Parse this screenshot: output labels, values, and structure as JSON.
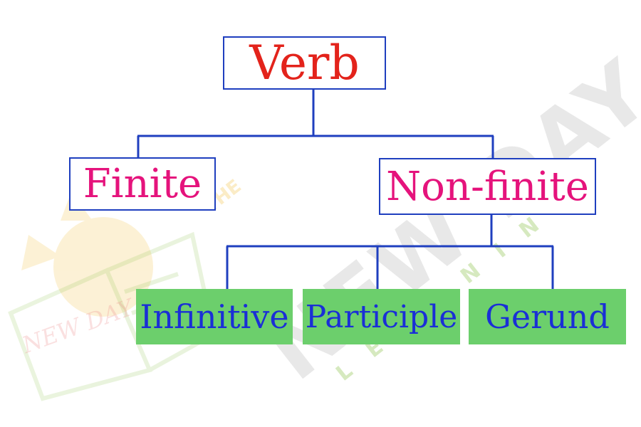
{
  "diagram": {
    "root": {
      "label": "Verb",
      "color": "#e3231b"
    },
    "level1": [
      {
        "label": "Finite",
        "color": "#e5137c"
      },
      {
        "label": "Non-finite",
        "color": "#e5137c"
      }
    ],
    "level2": [
      {
        "label": "Infinitive"
      },
      {
        "label": "Participle"
      },
      {
        "label": "Gerund"
      }
    ],
    "connector_color": "#1f3fbf",
    "leaf_fill": "#6ccf6c",
    "leaf_text_color": "#1a2fd6"
  },
  "watermark": {
    "main": "NEW DAY",
    "sub": "LEARNING",
    "prefix": "THE",
    "book": "NEW DAY"
  }
}
